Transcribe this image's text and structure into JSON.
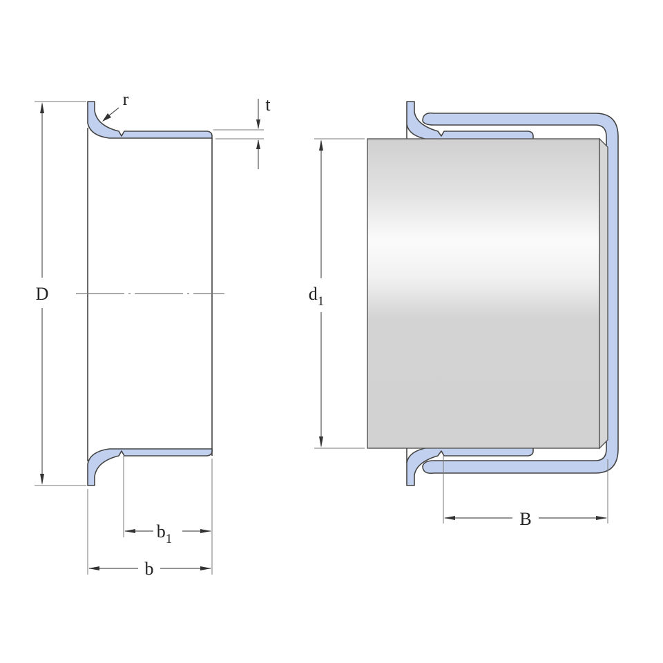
{
  "diagram": {
    "title": "Flanged bushing with shaft and cap — dimension drawing",
    "colors": {
      "part_fill": "#c1d0ee",
      "outline": "#444444",
      "shaft_light": "#fafafa",
      "shaft_dark": "#d2d2d2",
      "background": "#ffffff"
    },
    "left_view": {
      "labels": {
        "D": "D",
        "r": "r",
        "t": "t",
        "b1_main": "b",
        "b1_sub": "1",
        "b": "b"
      }
    },
    "right_view": {
      "labels": {
        "d1_main": "d",
        "d1_sub": "1",
        "B": "B"
      }
    }
  }
}
